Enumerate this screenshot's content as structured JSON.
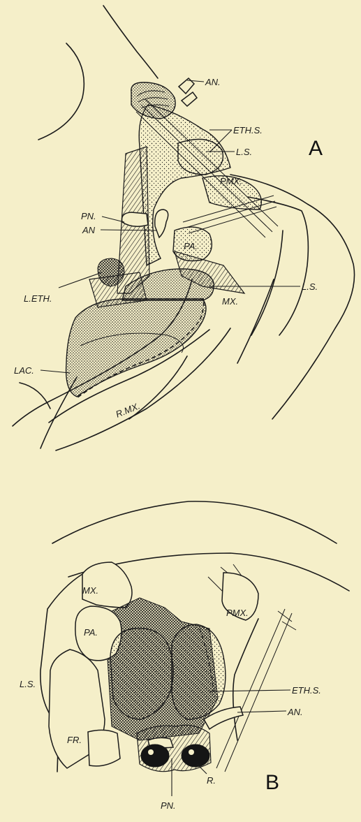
{
  "panel_a": {
    "letter": "A",
    "labels": {
      "an_top": "AN.",
      "eth_s": "ETH.S.",
      "l_s_top": "L.S.",
      "pmx": "PMX.",
      "pn": "PN.",
      "an_mid": "AN",
      "pa": "PA.",
      "l_s_mid": "L.S.",
      "l_eth": "L.ETH.",
      "mx": "MX.",
      "lac": "LAC.",
      "r_mx": "R.MX."
    }
  },
  "panel_b": {
    "letter": "B",
    "labels": {
      "mx": "MX.",
      "pa": "PA.",
      "pmx": "PMX.",
      "l_s": "L.S.",
      "eth_s": "ETH.S.",
      "an": "AN.",
      "fr": "FR.",
      "r": "R.",
      "pn": "PN."
    }
  }
}
